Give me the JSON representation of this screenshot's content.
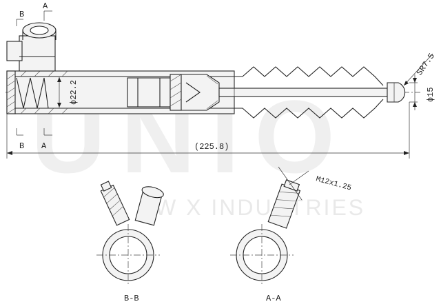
{
  "watermark": {
    "brand": "UNIO",
    "subtitle": "W  X INDUSTRIES"
  },
  "dimensions": {
    "bore_diameter": "ϕ22.2",
    "rod_diameter": "ϕ15",
    "sphere_radius": "SR7.5",
    "overall_length": "(225.8)",
    "thread": "M12x1.25"
  },
  "section_markers": {
    "b_top": "B",
    "a_top": "A",
    "b_bottom": "B",
    "a_bottom": "A"
  },
  "section_titles": {
    "bb": "B-B",
    "aa": "A-A"
  }
}
